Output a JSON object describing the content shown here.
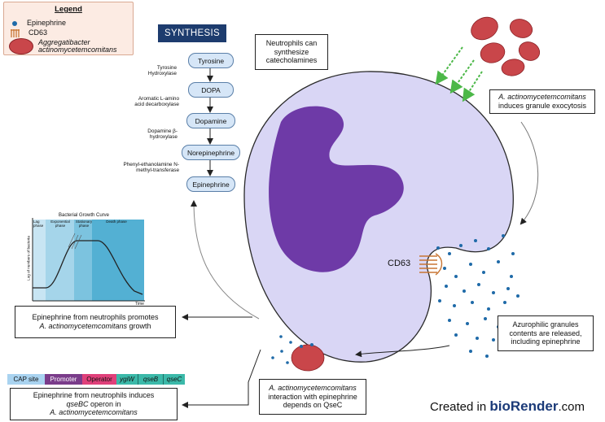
{
  "legend": {
    "title": "Legend",
    "items": [
      {
        "label": "Epinephrine",
        "icon": "blue-dot-icon"
      },
      {
        "label": "CD63",
        "icon": "receptor-icon"
      },
      {
        "label": "Aggregatibacter actinomycetemcomitans",
        "icon": "bacterium-icon"
      }
    ]
  },
  "synthesis": {
    "title": "SYNTHESIS",
    "steps": [
      "Tyrosine",
      "DOPA",
      "Dopamine",
      "Norepinephrine",
      "Epinephrine"
    ],
    "enzymes": [
      "Tyrosine Hydroxylase",
      "Aromatic L-amino acid decarboxylase",
      "Dopamine β-hydroxylase",
      "Phenyl-ethanolamine N-methyl-transferase"
    ]
  },
  "callouts": {
    "neutrophils": "Neutrophils can synthesize catecholamines",
    "exocytosis_italic": "A. actinomycetemcomitans",
    "exocytosis_rest": "induces granule exocytosis",
    "azurophilic": "Azurophilic granules contents are released, including epinephrine",
    "qsec_italic": "A. actinomycetemcomitans",
    "qsec_rest": "interaction with epinephrine depends on QseC",
    "growth_line1": "Epinephrine from neutrophils promotes",
    "growth_italic": "A. actinomycetemcomitans",
    "growth_rest": " growth",
    "operon_line1": "Epinephrine from neutrophils induces",
    "operon_italic_gene": "qseBC",
    "operon_mid": " operon in",
    "operon_italic": "A. actinomycetemcomitans"
  },
  "cell": {
    "cd63_label": "CD63"
  },
  "growth_curve": {
    "title": "Bacterial Growth Curve",
    "phases": [
      "Lag phase",
      "Exponential phase",
      "Stationary phase",
      "Death phase"
    ],
    "ylabel": "Log of numbers of bacteria",
    "xlabel": "Time"
  },
  "operon": {
    "segments": [
      {
        "label": "CAP site",
        "color": "#a9d3f0"
      },
      {
        "label": "Promoter",
        "color": "#7a3c8a"
      },
      {
        "label": "Operator",
        "color": "#e0407a"
      },
      {
        "label": "ygiW",
        "color": "#3bb9a9"
      },
      {
        "label": "qseB",
        "color": "#3bb9a9"
      },
      {
        "label": "qseC",
        "color": "#3bb9a9"
      }
    ]
  },
  "branding": {
    "prefix": "Created in ",
    "brand": "bioRender",
    "suffix": ".com"
  },
  "colors": {
    "cell": "#d9d6f5",
    "nucleus": "#6e3aa7",
    "epinephrine": "#1f6aa8",
    "bacterium": "#c9464a",
    "arrow_green": "#4cb848"
  }
}
